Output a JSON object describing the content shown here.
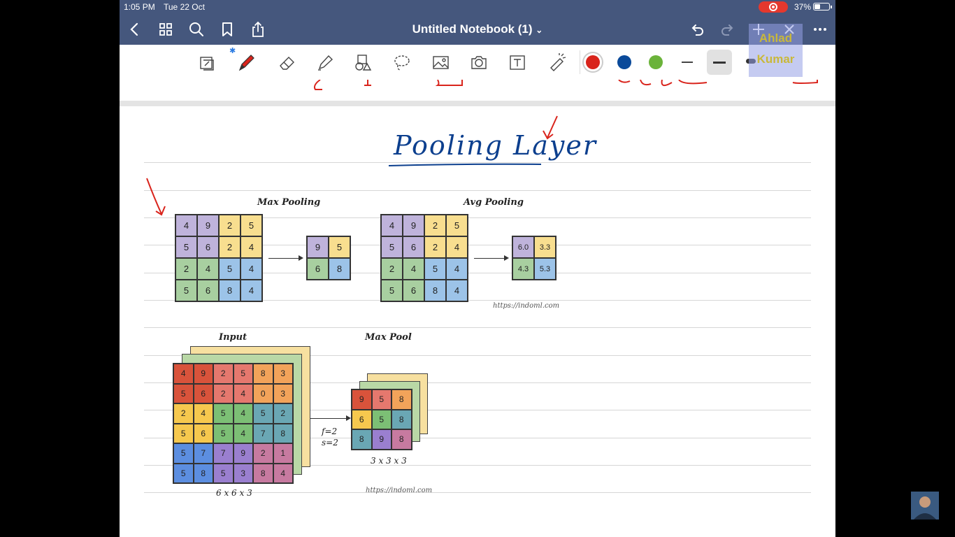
{
  "status": {
    "time": "1:05 PM",
    "date": "Tue 22 Oct",
    "battery": "37%"
  },
  "nav": {
    "notebook_title": "Untitled Notebook (1)",
    "title_chevron": "⌄"
  },
  "watermark": {
    "line1": "Ahlad",
    "line2": "Kumar"
  },
  "toolbar": {
    "colors": {
      "red": "#d9241c",
      "blue": "#0a4a9a",
      "green": "#6bb33a"
    },
    "bluetooth_symbol": "✱"
  },
  "handwriting": {
    "title": "Pooling Layer"
  },
  "max_pooling": {
    "title": "Max Pooling",
    "input": [
      [
        "4",
        "9",
        "2",
        "5"
      ],
      [
        "5",
        "6",
        "2",
        "4"
      ],
      [
        "2",
        "4",
        "5",
        "4"
      ],
      [
        "5",
        "6",
        "8",
        "4"
      ]
    ],
    "output": [
      [
        "9",
        "5"
      ],
      [
        "6",
        "8"
      ]
    ]
  },
  "avg_pooling": {
    "title": "Avg Pooling",
    "input": [
      [
        "4",
        "9",
        "2",
        "5"
      ],
      [
        "5",
        "6",
        "2",
        "4"
      ],
      [
        "2",
        "4",
        "5",
        "4"
      ],
      [
        "5",
        "6",
        "8",
        "4"
      ]
    ],
    "output": [
      [
        "6.0",
        "3.3"
      ],
      [
        "4.3",
        "5.3"
      ]
    ]
  },
  "source_url_1": "https://indoml.com",
  "volume": {
    "input_title": "Input",
    "output_title": "Max Pool",
    "input": [
      [
        "4",
        "9",
        "2",
        "5",
        "8",
        "3"
      ],
      [
        "5",
        "6",
        "2",
        "4",
        "0",
        "3"
      ],
      [
        "2",
        "4",
        "5",
        "4",
        "5",
        "2"
      ],
      [
        "5",
        "6",
        "5",
        "4",
        "7",
        "8"
      ],
      [
        "5",
        "7",
        "7",
        "9",
        "2",
        "1"
      ],
      [
        "5",
        "8",
        "5",
        "3",
        "8",
        "4"
      ]
    ],
    "output": [
      [
        "9",
        "5",
        "8"
      ],
      [
        "6",
        "5",
        "8"
      ],
      [
        "8",
        "9",
        "8"
      ]
    ],
    "filter_label": "f=2",
    "stride_label": "s=2",
    "input_dims": "6 x 6 x 3",
    "output_dims": "3 x 3 x 3"
  },
  "source_url_2": "https://indoml.com"
}
